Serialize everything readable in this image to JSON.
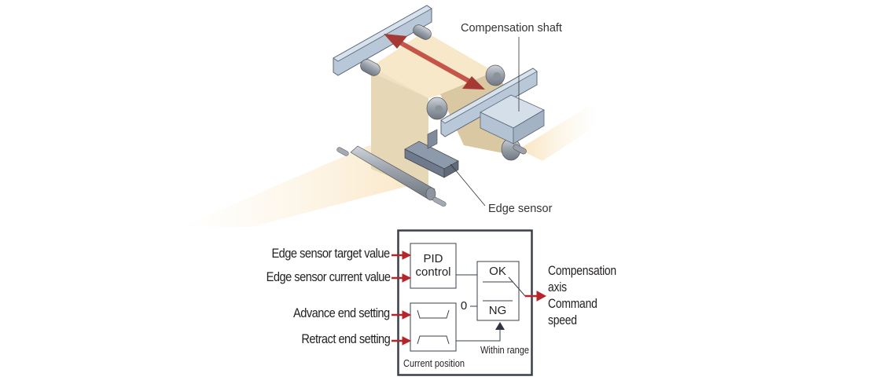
{
  "illustration": {
    "callouts": {
      "compensation_shaft": "Compensation shaft",
      "edge_sensor": "Edge sensor"
    },
    "colors": {
      "frame": "#b9c8d8",
      "frame_dark": "#8e9fb3",
      "roller": "#a7aeb8",
      "paper": "#f5e6c8",
      "paper_shadow": "#ddcca8",
      "motion_arrow": "#b73a33",
      "sensor": "#7e8b9c"
    }
  },
  "block_diagram": {
    "inputs": [
      "Edge sensor target value",
      "Edge sensor current value",
      "Advance end setting",
      "Retract end setting"
    ],
    "pid_box": {
      "line1": "PID",
      "line2": "control"
    },
    "switch_box": {
      "ok": "OK",
      "ng": "NG"
    },
    "zero_label": "0",
    "within_range_label": "Within range",
    "current_position_label": "Current position",
    "output": {
      "line1": "Compensation",
      "line2": "axis",
      "line3": "Command",
      "line4": "speed"
    },
    "colors": {
      "arrow": "#b5252a",
      "outline": "#3a3f4a"
    }
  }
}
